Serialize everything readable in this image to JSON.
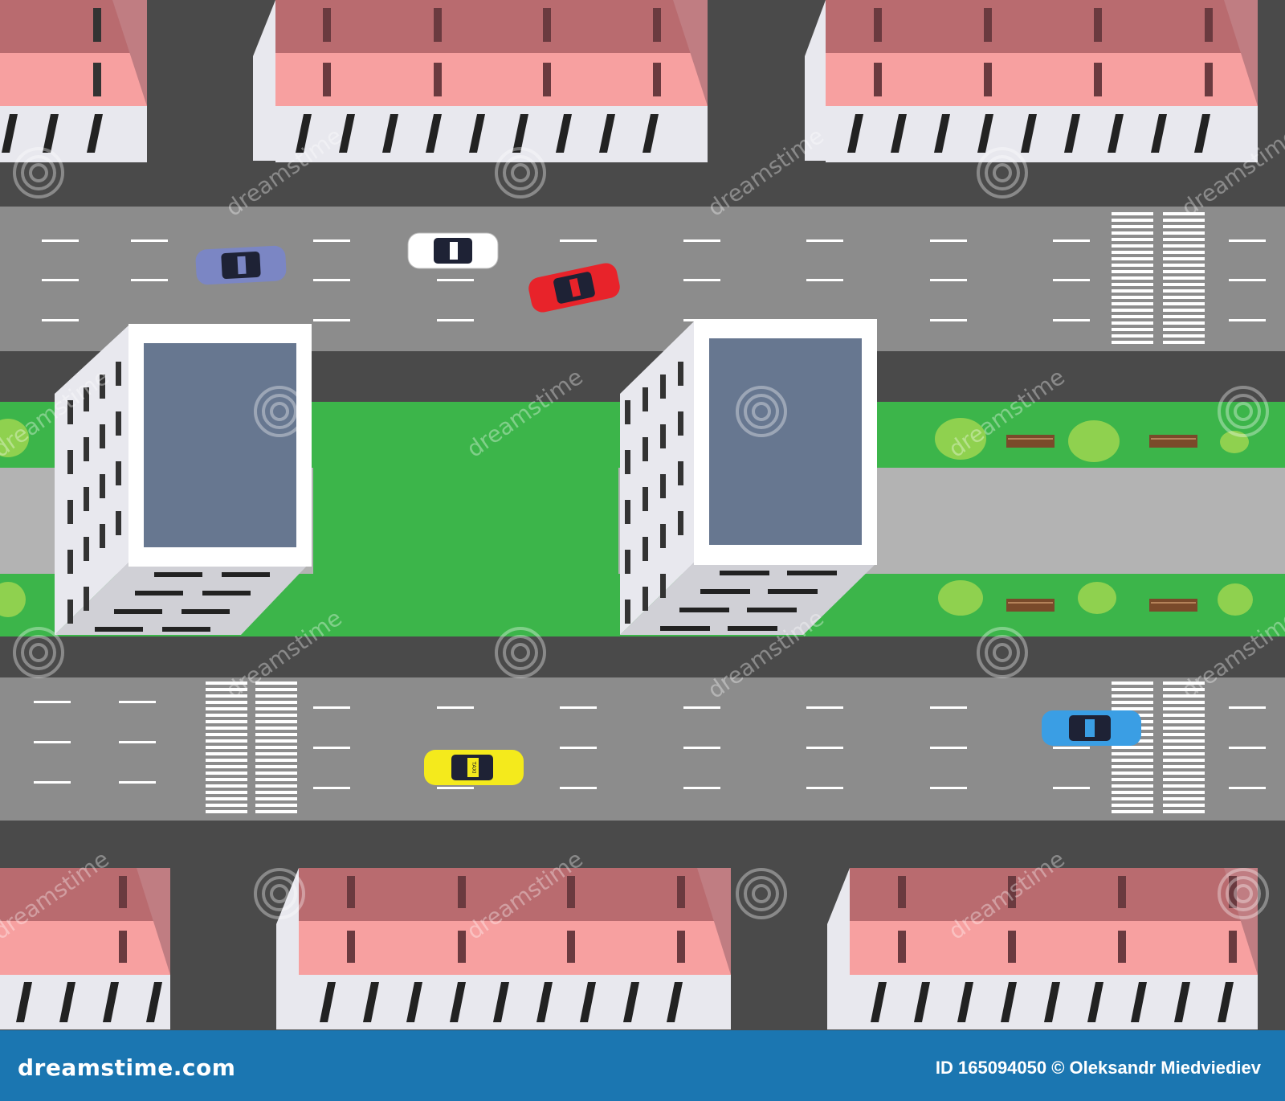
{
  "colors": {
    "asphalt": "#4a4a4a",
    "road": "#8c8c8c",
    "walkway": "#b3b3b3",
    "grass": "#3cb54a",
    "bush": "#8fd14f",
    "roof_dark": "#b96b6f",
    "roof_light": "#f7a0a0",
    "facade": "#e8e8ee",
    "tower_roof": "#677790",
    "footer": "#1b76b1"
  },
  "scene": {
    "cars": [
      {
        "name": "blue-violet-car",
        "color": "#7b86c4"
      },
      {
        "name": "white-car",
        "color": "#ffffff"
      },
      {
        "name": "red-car",
        "color": "#e8232a"
      },
      {
        "name": "yellow-taxi",
        "color": "#f4ea1c",
        "roof_label": "TAXI"
      },
      {
        "name": "blue-car",
        "color": "#3a9ee4"
      }
    ],
    "watermark_text": "dreamstime"
  },
  "footer": {
    "brand": "dreamstime.com",
    "credit": "ID 165094050 © Oleksandr Miedviediev"
  }
}
